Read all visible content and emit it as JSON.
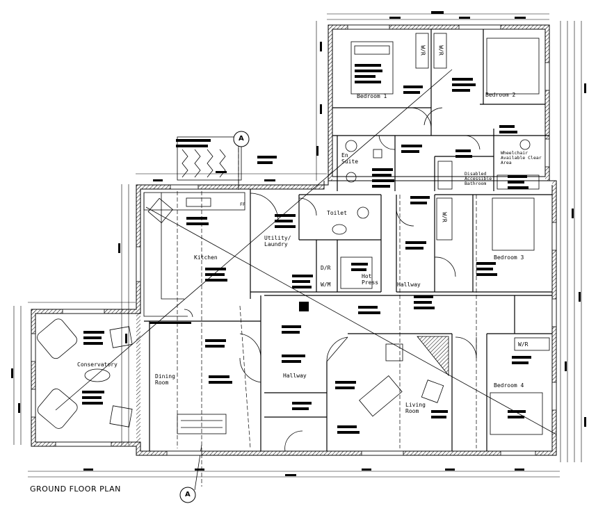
{
  "drawing": {
    "title": "GROUND FLOOR PLAN",
    "section_marker": "A"
  },
  "rooms": {
    "bedroom1": "Bedroom 1",
    "bedroom2": "Bedroom 2",
    "bedroom3": "Bedroom 3",
    "bedroom4": "Bedroom 4",
    "wr": "W/R",
    "en_suite": "En\nSuite",
    "toilet": "Toilet",
    "utility": "Utility/\nLaundry",
    "kitchen": "Kitchen",
    "ff": "FF",
    "dr": "D/R",
    "wm": "W/M",
    "hot_press": "Hot\nPress",
    "hallway": "Hallway",
    "disabled_bath": "Disabled\nAccessible\nBathroom",
    "wheelchair": "Wheelchair\nAvailable Clear\nArea",
    "conservatory": "Conservatory",
    "dining": "Dining\nRoom",
    "living": "Living\nRoom"
  },
  "colors": {
    "line": "#000000",
    "hatch": "#000000",
    "paper": "#ffffff"
  }
}
